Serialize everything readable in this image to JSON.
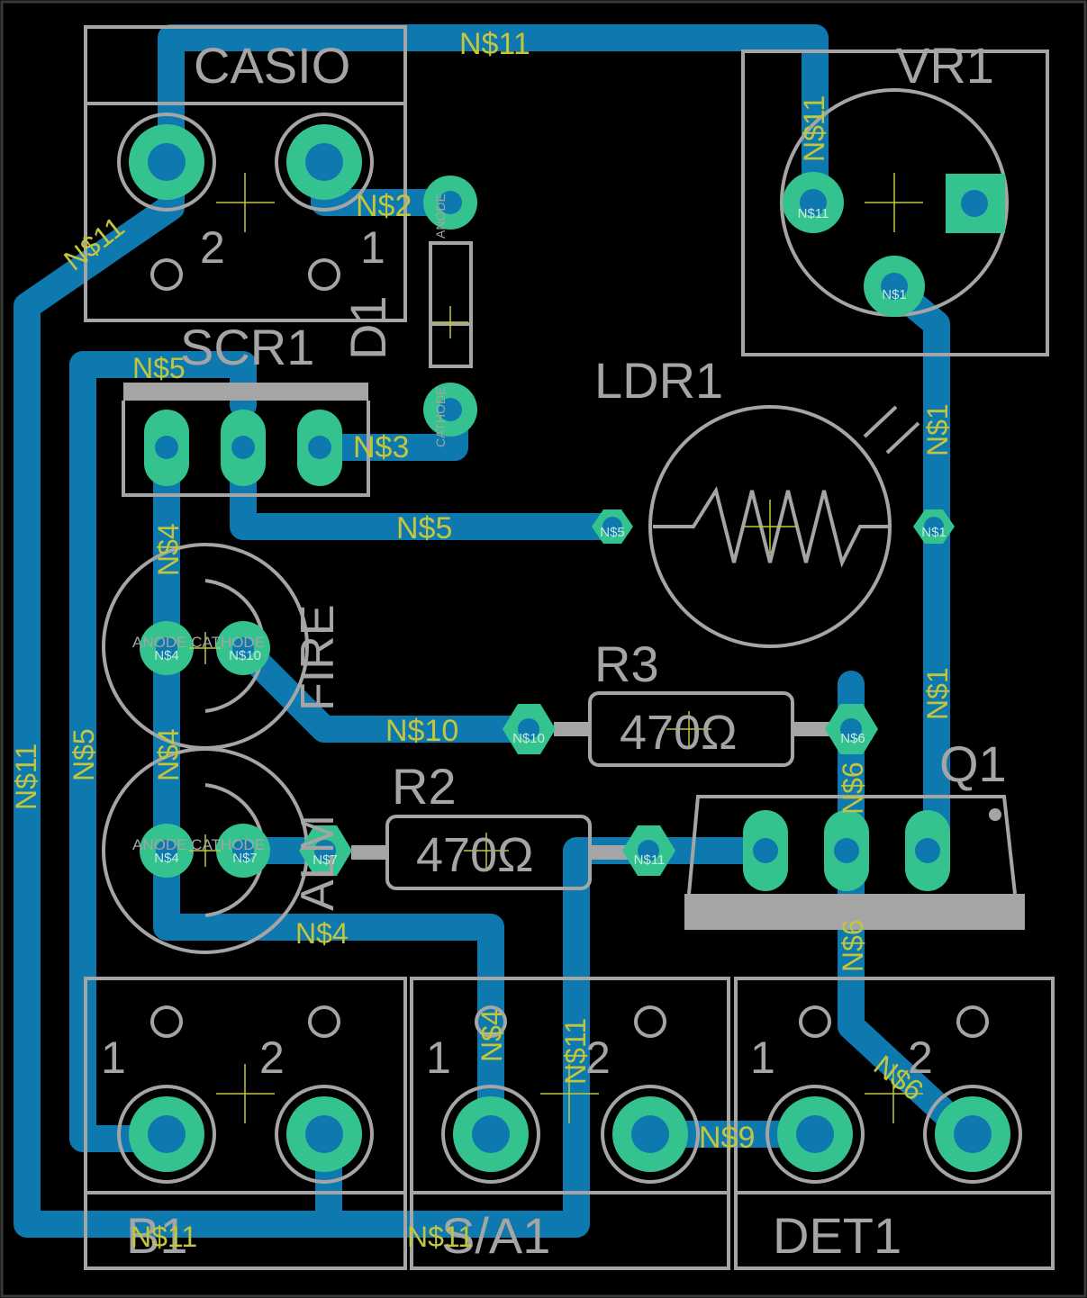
{
  "board": {
    "components": {
      "casio": "CASIO",
      "vr1": "VR1",
      "scr1": "SCR1",
      "d1": "D1",
      "ldr1": "LDR1",
      "r3": "R3",
      "r3_value": "470Ω",
      "r2": "R2",
      "r2_value": "470Ω",
      "q1": "Q1",
      "fire": "FIRE",
      "alarm": "ALM",
      "b1": "B1",
      "sa1": "S/A1",
      "det1": "DET1"
    },
    "terminal_numbers": {
      "one": "1",
      "two": "2"
    },
    "pin_labels": {
      "anode": "ANODE",
      "cathode": "CATHODE",
      "anode_cathode": "ANODE CATHODE"
    },
    "nets": {
      "n1": "N$1",
      "n2": "N$2",
      "n3": "N$3",
      "n4": "N$4",
      "n5": "N$5",
      "n6": "N$6",
      "n7": "N$7",
      "n9": "N$9",
      "n10": "N$10",
      "n11": "N$11"
    },
    "colors": {
      "background": "#000000",
      "copper_trace": "#0e79ae",
      "pad": "#34c38e",
      "silkscreen": "#a5a5a5",
      "net_label": "#c3c63c"
    }
  }
}
